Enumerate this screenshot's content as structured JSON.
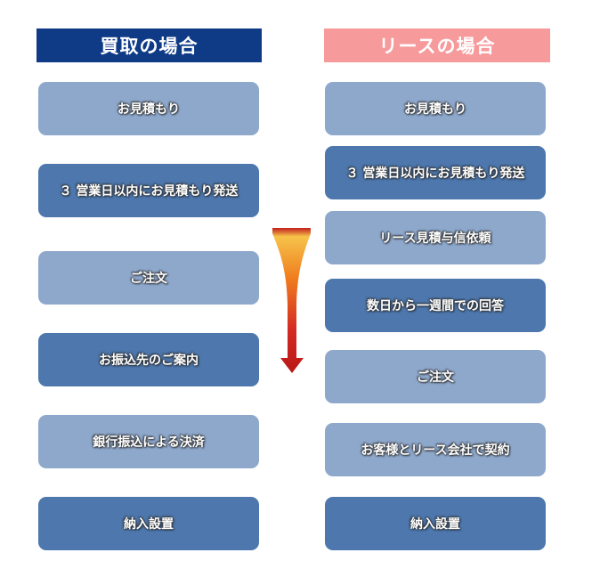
{
  "purchase": {
    "title": "買取の場合",
    "steps": [
      "お見積もり",
      "３ 営業日以内にお見積もり発送",
      "ご注文",
      "お振込先のご案内",
      "銀行振込による決済",
      "納入設置"
    ]
  },
  "lease": {
    "title": "リースの場合",
    "steps": [
      "お見積もり",
      "３ 営業日以内にお見積もり発送",
      "リース見積与信依頼",
      "数日から一週間での回答",
      "ご注文",
      "お客様とリース会社で契約",
      "納入設置"
    ]
  },
  "colors": {
    "purchase_header": "#0f3a86",
    "lease_header": "#f79a9c",
    "step_light": "#8ea8cc",
    "step_dark": "#4d77ad",
    "arrow_top": "#f6c34a",
    "arrow_bottom": "#c21e1e"
  }
}
